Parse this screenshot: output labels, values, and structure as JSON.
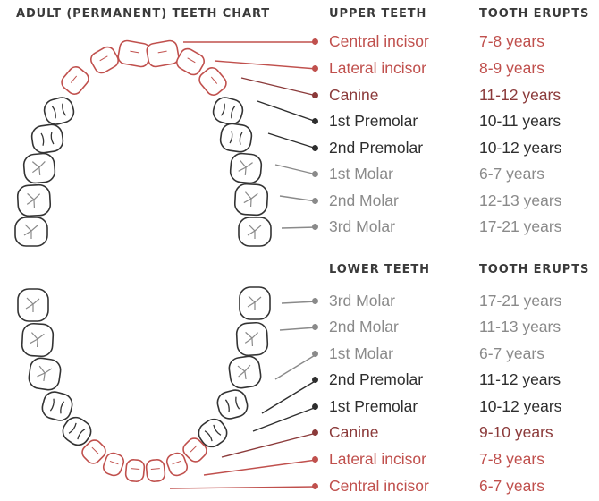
{
  "title": "ADULT (PERMANENT) TEETH CHART",
  "colors": {
    "incisor": "#c0504d",
    "canine": "#8b3a3a",
    "premolar": "#2e2e2e",
    "molar": "#8a8a8a",
    "outline": "#333333"
  },
  "upper": {
    "header_name": "UPPER TEETH",
    "header_age": "TOOTH ERUPTS",
    "rows": [
      {
        "name": "Central incisor",
        "age": "7-8 years",
        "kind": "incisor"
      },
      {
        "name": "Lateral incisor",
        "age": "8-9 years",
        "kind": "incisor"
      },
      {
        "name": "Canine",
        "age": "11-12 years",
        "kind": "canine"
      },
      {
        "name": "1st Premolar",
        "age": "10-11 years",
        "kind": "premolar"
      },
      {
        "name": "2nd Premolar",
        "age": "10-12 years",
        "kind": "premolar"
      },
      {
        "name": "1st Molar",
        "age": "6-7 years",
        "kind": "molar"
      },
      {
        "name": "2nd Molar",
        "age": "12-13 years",
        "kind": "molar"
      },
      {
        "name": "3rd Molar",
        "age": "17-21 years",
        "kind": "molar"
      }
    ]
  },
  "lower": {
    "header_name": "LOWER TEETH",
    "header_age": "TOOTH ERUPTS",
    "rows": [
      {
        "name": "3rd Molar",
        "age": "17-21 years",
        "kind": "molar"
      },
      {
        "name": "2nd Molar",
        "age": "11-13 years",
        "kind": "molar"
      },
      {
        "name": "1st Molar",
        "age": "6-7 years",
        "kind": "molar"
      },
      {
        "name": "2nd Premolar",
        "age": "11-12 years",
        "kind": "premolar"
      },
      {
        "name": "1st Premolar",
        "age": "10-12 years",
        "kind": "premolar"
      },
      {
        "name": "Canine",
        "age": "9-10 years",
        "kind": "canine"
      },
      {
        "name": "Lateral incisor",
        "age": "7-8 years",
        "kind": "incisor"
      },
      {
        "name": "Central incisor",
        "age": "6-7 years",
        "kind": "incisor"
      }
    ]
  }
}
